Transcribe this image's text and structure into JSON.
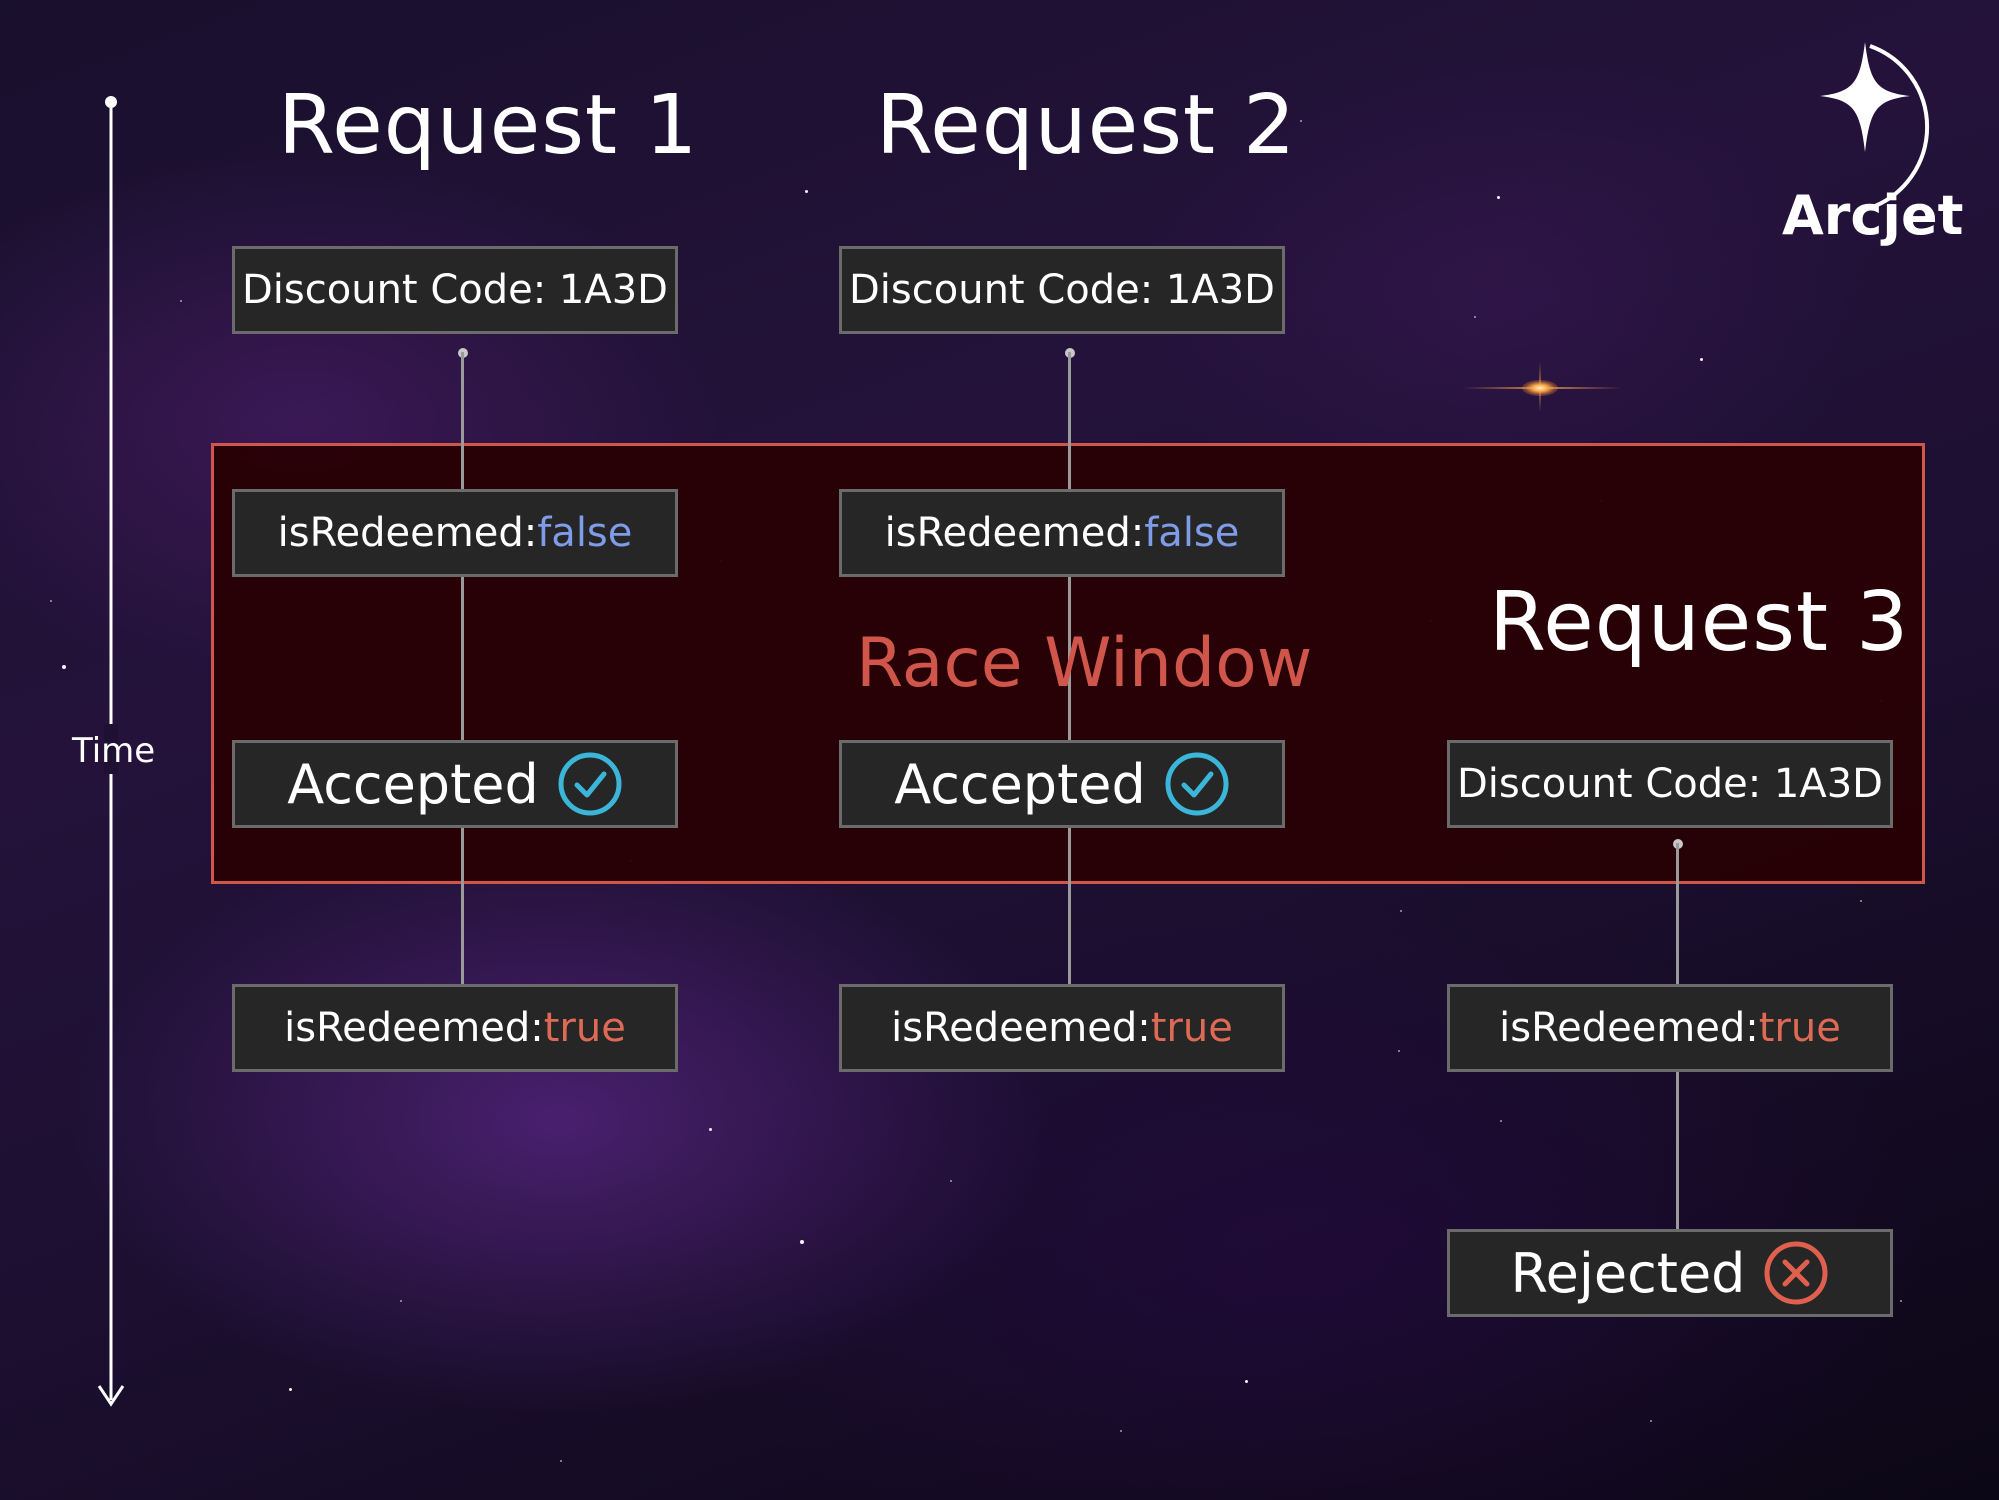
{
  "brand": {
    "logo_text": "Arcjet",
    "logo_icon": "four-point-star-moon-icon"
  },
  "time_axis": {
    "label": "Time"
  },
  "race_window": {
    "label": "Race Window",
    "border_color": "#d0554a"
  },
  "colors": {
    "false_value": "#7f9ce8",
    "true_value": "#de6a55",
    "accepted": "#3bb6d8",
    "rejected": "#e0604f"
  },
  "requests": [
    {
      "title": "Request 1",
      "discount": "Discount Code: 1A3D",
      "check_key": "isRedeemed:",
      "check_value": "false",
      "status": "Accepted",
      "status_icon": "check-circle-icon",
      "update_key": "isRedeemed:",
      "update_value": "true"
    },
    {
      "title": "Request 2",
      "discount": "Discount Code: 1A3D",
      "check_key": "isRedeemed:",
      "check_value": "false",
      "status": "Accepted",
      "status_icon": "check-circle-icon",
      "update_key": "isRedeemed:",
      "update_value": "true"
    },
    {
      "title": "Request 3",
      "discount": "Discount Code: 1A3D",
      "update_key": "isRedeemed:",
      "update_value": "true",
      "status": "Rejected",
      "status_icon": "x-circle-icon"
    }
  ]
}
